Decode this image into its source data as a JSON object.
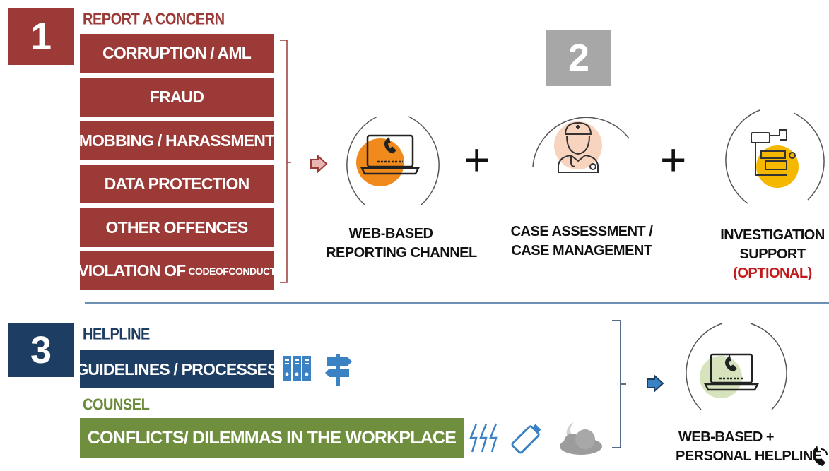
{
  "section1": {
    "number": "1",
    "heading": "REPORT A CONCERN",
    "items": [
      {
        "label": "CORRUPTION / AML"
      },
      {
        "label": "FRAUD"
      },
      {
        "label": "MOBBING / HARASSMENT"
      },
      {
        "label": "DATA PROTECTION"
      },
      {
        "label": "OTHER OFFENCES"
      },
      {
        "label": "VIOLATION OF",
        "small": "CODEOFCONDUCT"
      }
    ]
  },
  "section2": {
    "number": "2"
  },
  "section3": {
    "number": "3",
    "helpline_heading": "HELPLINE",
    "guidelines_label": "GUIDELINES / PROCESSES",
    "counsel_heading": "COUNSEL",
    "conflicts_label": "CONFLICTS/ DILEMMAS IN THE WORKPLACE"
  },
  "steps": {
    "web_reporting": {
      "line1": "WEB-BASED",
      "line2": "REPORTING CHANNEL",
      "icon": "laptop-phone-icon"
    },
    "case": {
      "line1": "CASE ASSESSMENT /",
      "line2": "CASE MANAGEMENT",
      "icon": "doctor-icon"
    },
    "investigation": {
      "line1": "INVESTIGATION",
      "line2": "SUPPORT",
      "optional": "(OPTIONAL)",
      "icon": "microscope-icon"
    },
    "helpline": {
      "line1": "WEB-BASED +",
      "line2": "PERSONAL HELPLINE",
      "icon": "laptop-phone-icon"
    }
  },
  "operators": {
    "plus1": "+",
    "plus2": "+"
  },
  "colors": {
    "red": "#9b3a37",
    "navy": "#1d3d63",
    "green": "#6f8f3f",
    "gray": "#a7a7a7",
    "orange": "#f08a1d",
    "yellow": "#f5b800",
    "peach": "#f8d3bd",
    "sage": "#d7e3bd",
    "optional": "#c21a1a"
  }
}
